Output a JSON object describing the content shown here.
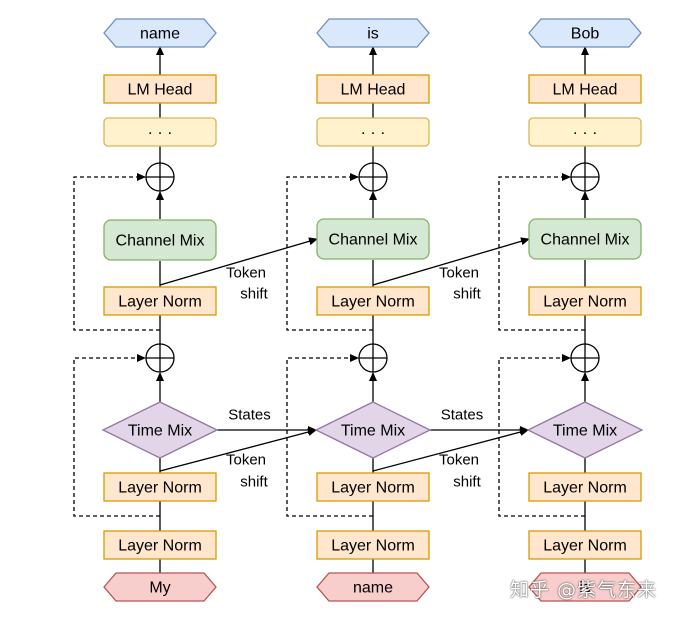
{
  "columns": [
    {
      "id": "col-1",
      "input_token": "My",
      "output_token": "name"
    },
    {
      "id": "col-2",
      "input_token": "name",
      "output_token": "is"
    },
    {
      "id": "col-3",
      "input_token": "is",
      "output_token": "Bob"
    }
  ],
  "labels": {
    "lm_head": "LM Head",
    "ellipsis": "· · ·",
    "channel_mix": "Channel Mix",
    "time_mix": "Time Mix",
    "layer_norm": "Layer Norm",
    "token_shift_line1": "Token",
    "token_shift_line2": "shift",
    "states": "States"
  },
  "watermark": "知乎 @紫气东来",
  "colors": {
    "output_fill": "#dae8fc",
    "output_stroke": "#6c8ebf",
    "input_fill": "#f8cecc",
    "input_stroke": "#b85450",
    "layer_norm_fill": "#ffe6cc",
    "layer_norm_stroke": "#d79b00",
    "ellipsis_fill": "#fff2cc",
    "ellipsis_stroke": "#d6b656",
    "channel_mix_fill": "#d5e8d4",
    "channel_mix_stroke": "#82b366",
    "time_mix_fill": "#e1d5e7",
    "time_mix_stroke": "#9673a6"
  }
}
